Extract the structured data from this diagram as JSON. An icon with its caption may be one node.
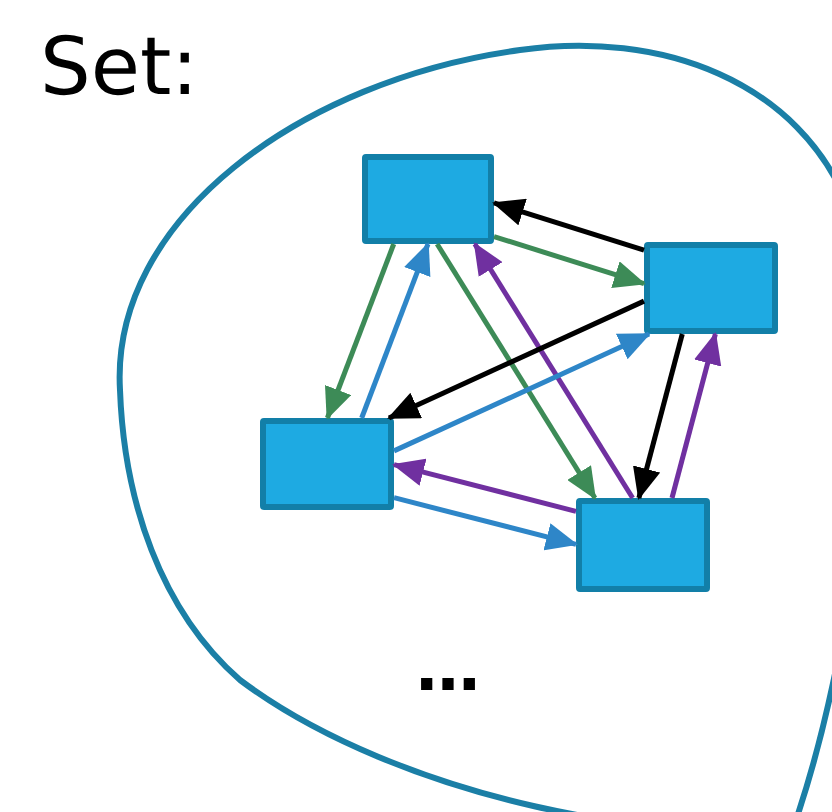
{
  "diagram": {
    "title": "Set:",
    "nodes": [
      {
        "text": [],
        "shape": "blob"
      },
      {
        "text": [],
        "shape": "box",
        "in": 0
      },
      {
        "text": [],
        "shape": "box",
        "in": 0
      },
      {
        "text": [],
        "shape": "box",
        "in": 0
      },
      {
        "text": [],
        "shape": "box",
        "in": 0
      }
    ],
    "edges": [
      {
        "from": 1,
        "to": 2,
        "arrow": "to",
        "color": "#3d8b57"
      },
      {
        "from": 2,
        "to": 1,
        "arrow": "to",
        "color": "#000000"
      },
      {
        "from": 1,
        "to": 3,
        "arrow": "to",
        "color": "#3d8b57"
      },
      {
        "from": 3,
        "to": 1,
        "arrow": "to",
        "color": "#2e86c8"
      },
      {
        "from": 1,
        "to": 4,
        "arrow": "to",
        "color": "#3d8b57"
      },
      {
        "from": 4,
        "to": 1,
        "arrow": "to",
        "color": "#7030a0"
      },
      {
        "from": 3,
        "to": 2,
        "arrow": "to",
        "color": "#2e86c8"
      },
      {
        "from": 2,
        "to": 3,
        "arrow": "to",
        "color": "#000000"
      },
      {
        "from": 2,
        "to": 4,
        "arrow": "to",
        "color": "#000000"
      },
      {
        "from": 4,
        "to": 2,
        "arrow": "to",
        "color": "#7030a0"
      },
      {
        "from": 3,
        "to": 4,
        "arrow": "to",
        "color": "#2e86c8"
      },
      {
        "from": 4,
        "to": 3,
        "arrow": "to",
        "color": "#7030a0"
      }
    ],
    "labels": [
      "…"
    ]
  }
}
